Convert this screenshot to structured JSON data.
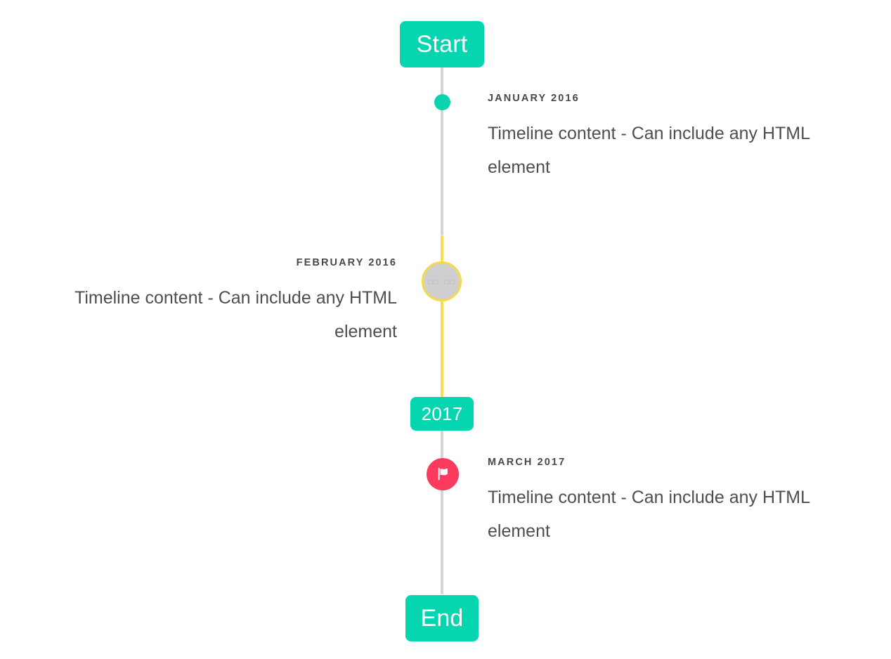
{
  "theme": {
    "accent_teal": "#05d6b0",
    "accent_yellow": "#f6d94b",
    "accent_pink": "#fc3a5d",
    "line_gray": "#d4d4d4",
    "marker_gray": "#cfcfcf",
    "text_dark": "#46494d",
    "text_body": "#4c4f52",
    "background": "#ffffff"
  },
  "timeline": {
    "start_label": "Start",
    "middle_label": "2017",
    "end_label": "End",
    "events": [
      {
        "id": "january-2016",
        "date": "JANUARY 2016",
        "content": "Timeline content - Can include any HTML element",
        "side": "right",
        "marker": "dot",
        "marker_color": "#0ad3b0"
      },
      {
        "id": "february-2016",
        "date": "FEBRUARY 2016",
        "content": "Timeline content - Can include any HTML element",
        "side": "left",
        "marker": "ring-placeholder",
        "marker_color": "#cfcfcf",
        "marker_ring_color": "#f6d94b",
        "marker_glyph": "□□ □□"
      },
      {
        "id": "march-2017",
        "date": "MARCH 2017",
        "content": "Timeline content - Can include any HTML element",
        "side": "right",
        "marker": "flag",
        "marker_color": "#fc3a5d"
      }
    ]
  }
}
